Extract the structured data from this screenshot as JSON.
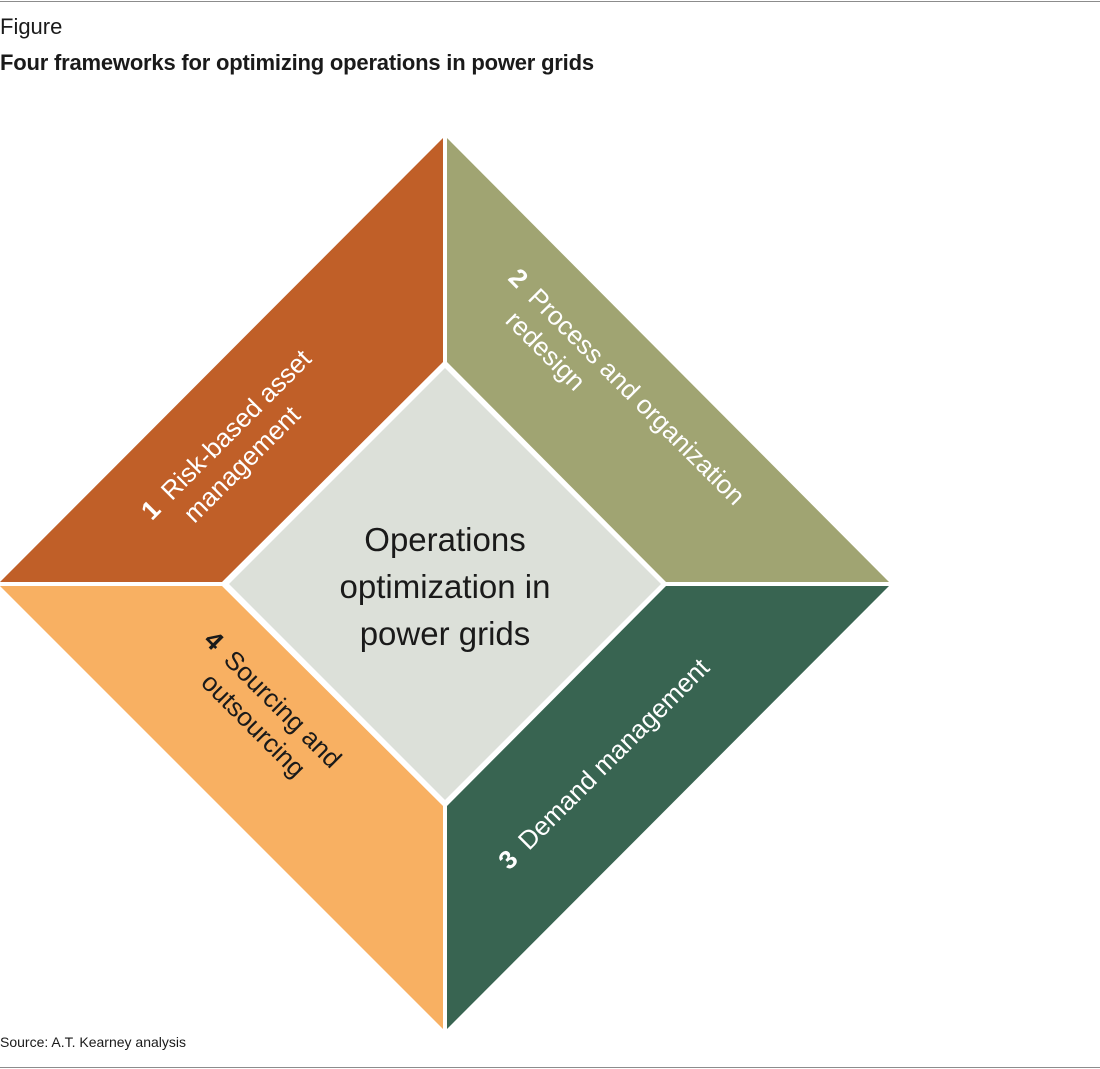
{
  "header": {
    "label": "Figure",
    "title": "Four frameworks for optimizing operations in power grids"
  },
  "diagram": {
    "center": {
      "lines": [
        "Operations",
        "optimization in",
        "power grids"
      ],
      "color": "#dce0d9"
    },
    "quadrants": [
      {
        "number": "1",
        "lines": [
          "Risk-based asset",
          "management"
        ],
        "color": "#c05f28",
        "text_color": "#ffffff"
      },
      {
        "number": "2",
        "lines": [
          "Process and organization",
          "redesign"
        ],
        "color": "#a0a472",
        "text_color": "#ffffff"
      },
      {
        "number": "3",
        "lines": [
          "Demand management"
        ],
        "color": "#386451",
        "text_color": "#ffffff"
      },
      {
        "number": "4",
        "lines": [
          "Sourcing and",
          "outsourcing"
        ],
        "color": "#f8b062",
        "text_color": "#1a1a1a"
      }
    ]
  },
  "footer": {
    "source": "Source: A.T. Kearney analysis"
  }
}
